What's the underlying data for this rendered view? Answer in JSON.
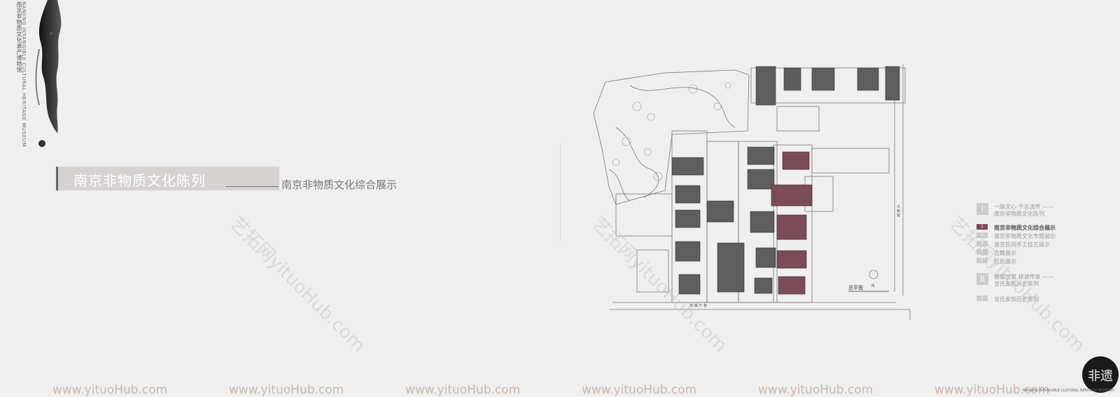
{
  "side_title": {
    "cn": "南京非物质文化遗产博物馆",
    "en": "NANJING INTANGIBLE CULTURAL HERITAGE MUSEUM"
  },
  "banner": {
    "title": "南京非物质文化陈列",
    "subtitle": "南京非物质文化综合展示"
  },
  "plan": {
    "label": "总平面",
    "street_bottom": "南 捕 厅 巷",
    "street_right": "大 板 巷",
    "north": "N",
    "colors": {
      "dark": "#5e5e5e",
      "accent": "#7b4c58",
      "line": "#555555"
    }
  },
  "legend": {
    "section1": {
      "num": "I",
      "title": "一脉文心  千古流传 ——",
      "sub": "南京非物质文化陈列"
    },
    "items": [
      {
        "num": "1",
        "label": "南京非物质文化综合展示",
        "active": true
      },
      {
        "num": "2",
        "label": "南京非物质文化专题展示",
        "active": false
      },
      {
        "num": "3",
        "label": "南京民间手工技艺展示",
        "active": false
      },
      {
        "num": "4",
        "label": "古籍展示",
        "active": false
      },
      {
        "num": "5",
        "label": "民俗展示",
        "active": false
      }
    ],
    "section2": {
      "num": "II",
      "title": "簪缨世第  耕读传家 ——",
      "sub": "甘氏家族历史陈列"
    },
    "item6": {
      "num": "1",
      "label": "甘氏家族历史陈列"
    }
  },
  "watermarks": {
    "diagonal": "艺拓网yituoHub.com",
    "footer": "www.yituoHub.com"
  },
  "logo": {
    "glyphs": "非遗",
    "sub": "NANJING INTANGIBLE CULTURAL HERITAGE MUSEUM"
  }
}
